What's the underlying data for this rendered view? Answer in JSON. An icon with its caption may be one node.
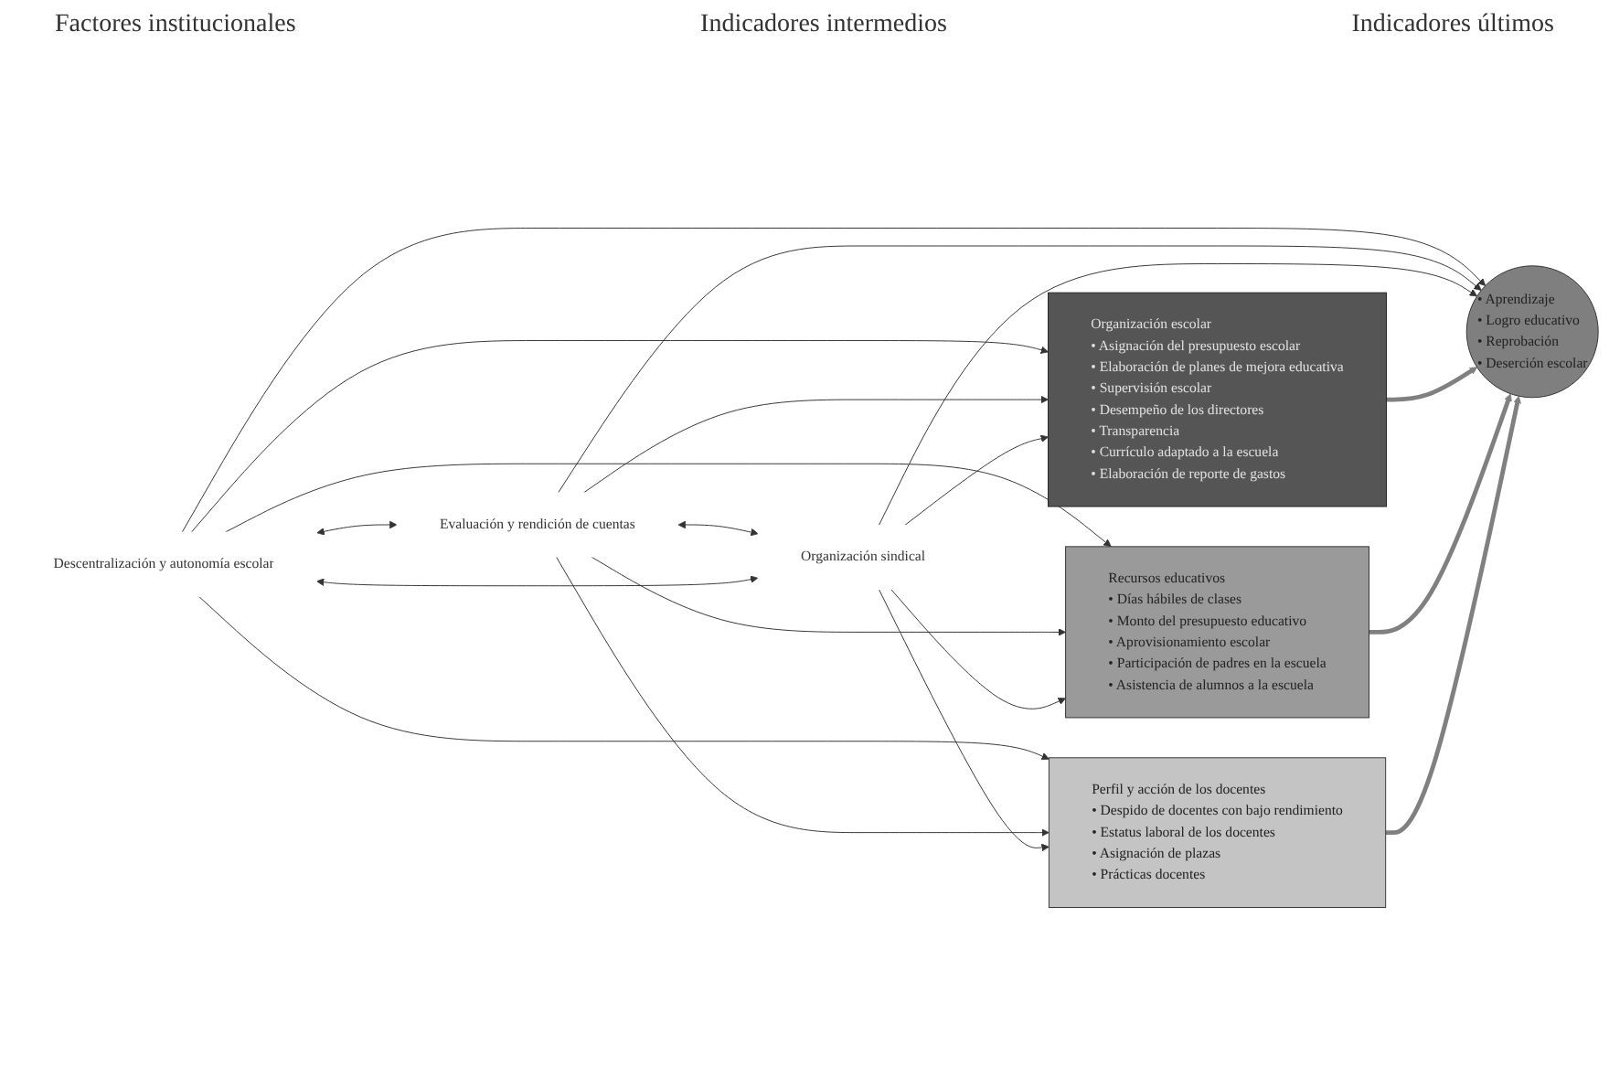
{
  "diagram": {
    "nodes": [
      {
        "text": [
          "Descentralización y autonomía escolar"
        ]
      },
      {
        "text": [
          "Evaluación y rendición de cuentas"
        ]
      },
      {
        "text": [
          "Organización sindical"
        ]
      },
      {
        "text": [
          "Organización escolar",
          "• Asignación del presupuesto escolar",
          "• Elaboración de planes de mejora educativa",
          "• Supervisión escolar",
          "• Desempeño de los directores",
          "• Transparencia",
          "• Currículo adaptado a la escuela",
          "• Elaboración de reporte de gastos"
        ]
      },
      {
        "text": [
          "Recursos educativos",
          "• Días hábiles de clases",
          "• Monto del presupuesto educativo",
          "• Aprovisionamiento escolar",
          "• Participación de padres en la escuela",
          "• Asistencia de alumnos a la escuela"
        ]
      },
      {
        "text": [
          "Perfil y acción de los docentes",
          "• Despido de docentes con bajo rendimiento",
          "• Estatus laboral de los docentes",
          "• Asignación de plazas",
          "• Prácticas docentes"
        ]
      },
      {
        "text": [
          "• Aprendizaje",
          "• Logro educativo",
          "• Reprobación",
          "• Deserción escolar"
        ]
      }
    ],
    "edges": [
      {
        "from": 0,
        "to": 3,
        "arrow": "to"
      },
      {
        "from": 0,
        "to": 6,
        "arrow": "to"
      },
      {
        "from": 0,
        "to": 4,
        "arrow": "to"
      },
      {
        "from": 0,
        "to": 5,
        "arrow": "to"
      },
      {
        "from": 0,
        "to": 1,
        "arrow": "both"
      },
      {
        "from": 2,
        "to": 0,
        "arrow": "both"
      },
      {
        "from": 1,
        "to": 3,
        "arrow": "to"
      },
      {
        "from": 1,
        "to": 4,
        "arrow": "to"
      },
      {
        "from": 1,
        "to": 5,
        "arrow": "to"
      },
      {
        "from": 1,
        "to": 6,
        "arrow": "to"
      },
      {
        "from": 1,
        "to": 2,
        "arrow": "both"
      },
      {
        "from": 2,
        "to": 3,
        "arrow": "to"
      },
      {
        "from": 2,
        "to": 4,
        "arrow": "to"
      },
      {
        "from": 2,
        "to": 6,
        "arrow": "to"
      },
      {
        "from": 2,
        "to": 5,
        "arrow": "to"
      },
      {
        "from": 3,
        "to": 6,
        "arrow": "to",
        "style": "thick",
        "color": "#808080"
      },
      {
        "from": 4,
        "to": 6,
        "arrow": "to",
        "style": "thick",
        "color": "#808080"
      },
      {
        "from": 5,
        "to": 6,
        "arrow": "to",
        "style": "thick",
        "color": "#808080"
      }
    ],
    "labels": [
      "Factores institucionales",
      "Indicadores intermedios",
      "Indicadores últimos"
    ]
  }
}
